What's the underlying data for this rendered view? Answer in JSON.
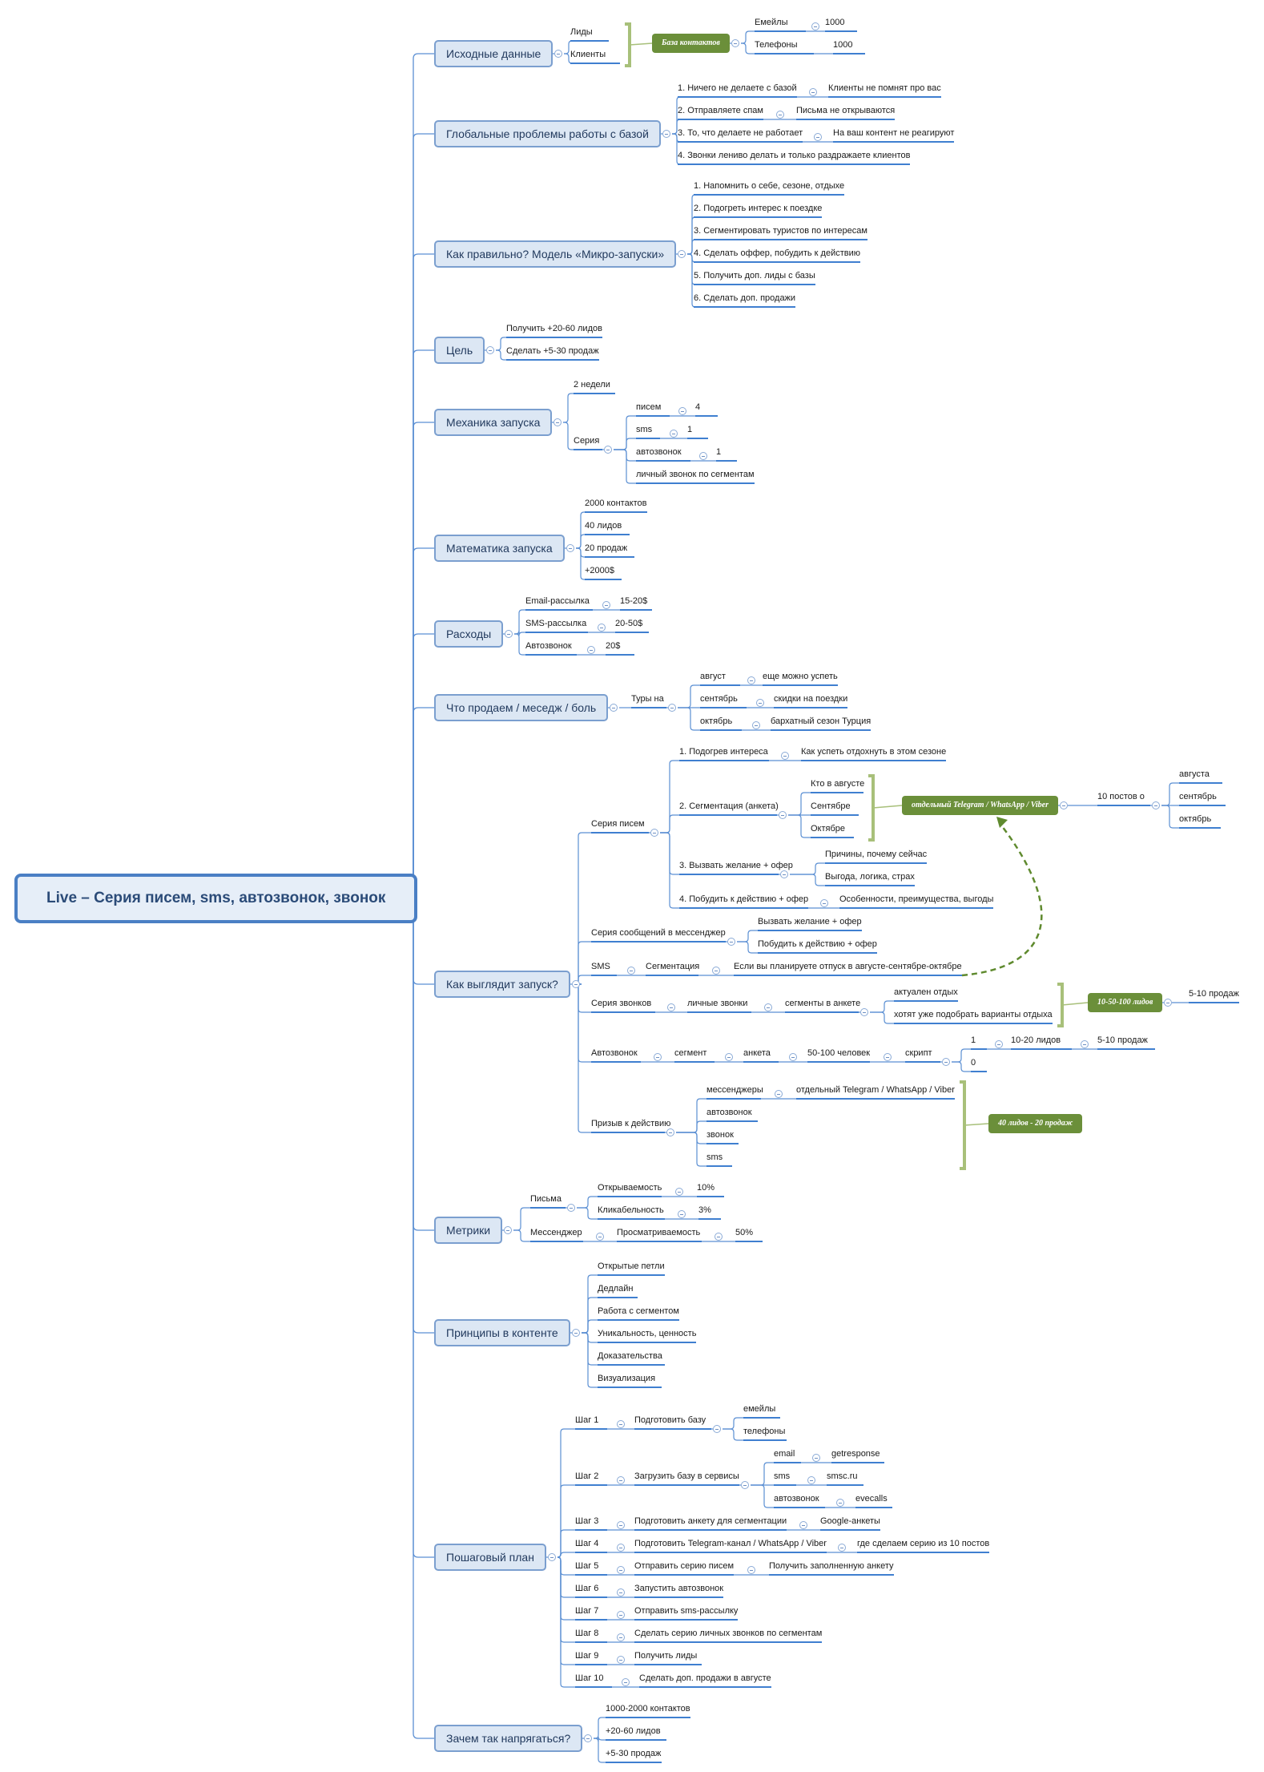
{
  "root": "Live – Серия писем, sms, автозвонок, звонок",
  "b": {
    "ishodnye": "Исходные данные",
    "global": "Глобальные проблемы работы с базой",
    "model": "Как правильно? Модель «Микро-запуски»",
    "cel": "Цель",
    "mehanika": "Механика запуска",
    "matematika": "Математика запуска",
    "rashody": "Расходы",
    "prodaem": "Что продаем / меседж / боль",
    "vyglyadit": "Как выглядит запуск?",
    "metriki": "Метрики",
    "principy": "Принципы в контенте",
    "plan": "Пошаговый план",
    "zachem": "Зачем так напрягаться?"
  },
  "t": {
    "lidy": "Лиды",
    "klienty": "Клиенты",
    "baza": "База контактов",
    "emeily": "Емейлы",
    "e1000": "1000",
    "telefony": "Телефоны",
    "t1000": "1000",
    "g1": "1. Ничего не делаете с базой",
    "g1a": "Клиенты не помнят про вас",
    "g2": "2. Отправляете спам",
    "g2a": "Письма не открываются",
    "g3": "3. То, что делаете не работает",
    "g3a": "На ваш контент не реагируют",
    "g4": "4. Звонки лениво делать и только раздражаете клиентов",
    "m1": "1. Напомнить о себе, сезоне, отдыхе",
    "m2": "2. Подогреть интерес к поездке",
    "m3": "3. Сегментировать туристов по интересам",
    "m4": "4. Сделать оффер, побудить к действию",
    "m5": "5. Получить доп. лиды с базы",
    "m6": "6. Сделать доп. продажи",
    "c1": "Получить +20-60 лидов",
    "c2": "Сделать +5-30 продаж",
    "mh1": "2 недели",
    "mh2": "Серия",
    "ms1": "писем",
    "ms1v": "4",
    "ms2": "sms",
    "ms2v": "1",
    "ms3": "автозвонок",
    "ms3v": "1",
    "ms4": "личный звонок по сегментам",
    "mt1": "2000 контактов",
    "mt2": "40 лидов",
    "mt3": "20 продаж",
    "mt4": "+2000$",
    "r1": "Email-рассылка",
    "r1v": "15-20$",
    "r2": "SMS-рассылка",
    "r2v": "20-50$",
    "r3": "Автозвонок",
    "r3v": "20$",
    "p0": "Туры на",
    "p1": "август",
    "p1a": "еще можно успеть",
    "p2": "сентябрь",
    "p2a": "скидки на поездки",
    "p3": "октябрь",
    "p3a": "бархатный сезон Турция",
    "v_sp": "Серия писем",
    "v_sp1": "1. Подогрев интереса",
    "v_sp1a": "Как успеть отдохнуть в этом сезоне",
    "v_sp2": "2. Сегментация (анкета)",
    "v_sp2a": "Кто в августе",
    "v_sp2b": "Сентябре",
    "v_sp2c": "Октябре",
    "v_pill1": "отдельный Telegram / WhatsApp / Viber",
    "v_10p": "10 постов о",
    "v_aug": "августа",
    "v_sep": "сентябрь",
    "v_oct": "октябрь",
    "v_sp3": "3. Вызвать желание + офер",
    "v_sp3a": "Причины, почему сейчас",
    "v_sp3b": "Выгода, логика, страх",
    "v_sp4": "4. Побудить к действию + офер",
    "v_sp4a": "Особенности, преимущества, выгоды",
    "v_sm": "Серия сообщений в мессенджер",
    "v_sm1": "Вызвать желание + офер",
    "v_sm2": "Побудить к действию + офер",
    "v_sms": "SMS",
    "v_sms1": "Сегментация",
    "v_sms2": "Если вы планируете отпуск в августе-сентябре-октябре",
    "v_sz": "Серия звонков",
    "v_sz1": "личные звонки",
    "v_sz2": "сегменты в анкете",
    "v_sz3": "актуален отдых",
    "v_sz4": "хотят уже подобрать варианты отдыха",
    "v_pill2": "10-50-100 лидов",
    "v_sz5": "5-10 продаж",
    "v_az": "Автозвонок",
    "v_az1": "сегмент",
    "v_az2": "анкета",
    "v_az3": "50-100 человек",
    "v_az4": "скрипт",
    "v_az5": "1",
    "v_az6": "10-20 лидов",
    "v_az7": "5-10 продаж",
    "v_az8": "0",
    "v_pd": "Призыв к действию",
    "v_pd1": "мессенджеры",
    "v_pd1a": "отдельный Telegram / WhatsApp / Viber",
    "v_pd2": "автозвонок",
    "v_pd3": "звонок",
    "v_pd4": "sms",
    "v_pill3": "40 лидов - 20 продаж",
    "mr1": "Письма",
    "mr1a": "Открываемость",
    "mr1av": "10%",
    "mr1b": "Кликабельность",
    "mr1bv": "3%",
    "mr2": "Мессенджер",
    "mr2a": "Просматриваемость",
    "mr2av": "50%",
    "pr1": "Открытые петли",
    "pr2": "Дедлайн",
    "pr3": "Работа с сегментом",
    "pr4": "Уникальность, ценность",
    "pr5": "Доказательства",
    "pr6": "Визуализация",
    "s1": "Шаг 1",
    "s1a": "Подготовить базу",
    "s1b": "емейлы",
    "s1c": "телефоны",
    "s2": "Шаг 2",
    "s2a": "Загрузить базу в сервисы",
    "s2b": "email",
    "s2b1": "getresponse",
    "s2c": "sms",
    "s2c1": "smsc.ru",
    "s2d": "автозвонок",
    "s2d1": "evecalls",
    "s3": "Шаг 3",
    "s3a": "Подготовить анкету для сегментации",
    "s3b": "Google-анкеты",
    "s4": "Шаг 4",
    "s4a": "Подготовить Telegram-канал / WhatsApp / Viber",
    "s4b": "где сделаем серию из 10 постов",
    "s5": "Шаг 5",
    "s5a": "Отправить серию писем",
    "s5b": "Получить заполненную анкету",
    "s6": "Шаг 6",
    "s6a": "Запустить автозвонок",
    "s7": "Шаг 7",
    "s7a": "Отправить sms-рассылку",
    "s8": "Шаг 8",
    "s8a": "Сделать серию личных звонков по сегментам",
    "s9": "Шаг 9",
    "s9a": "Получить лиды",
    "s10": "Шаг 10",
    "s10a": "Сделать доп. продажи в августе",
    "z1": "1000-2000 контактов",
    "z2": "+20-60 лидов",
    "z3": "+5-30 продаж"
  }
}
